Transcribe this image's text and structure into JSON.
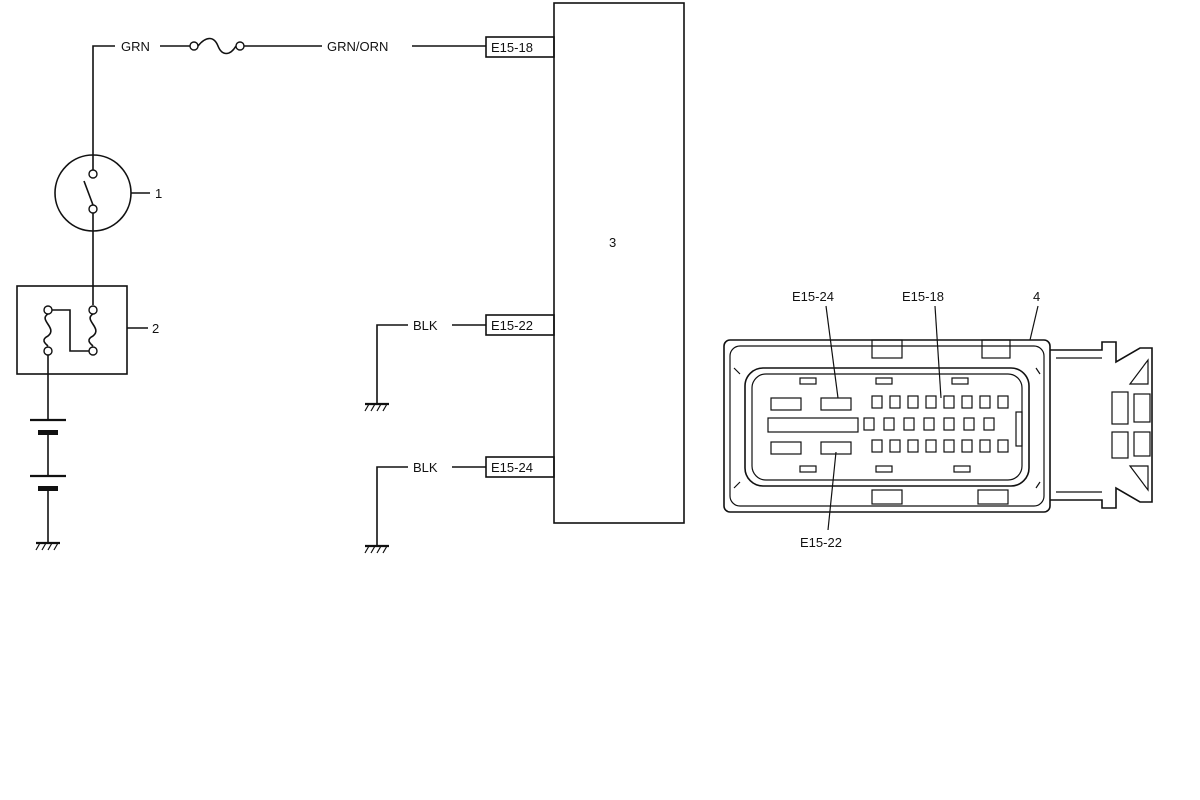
{
  "wires": {
    "grn": "GRN",
    "grn_orn": "GRN/ORN",
    "blk_1": "BLK",
    "blk_2": "BLK"
  },
  "terminals": {
    "t18": "E15-18",
    "t22": "E15-22",
    "t24": "E15-24"
  },
  "callouts": {
    "c1": "1",
    "c2": "2",
    "c3": "3",
    "c4": "4"
  },
  "connector_view": {
    "label_top_left": "E15-24",
    "label_top_right": "E15-18",
    "label_bottom": "E15-22"
  }
}
